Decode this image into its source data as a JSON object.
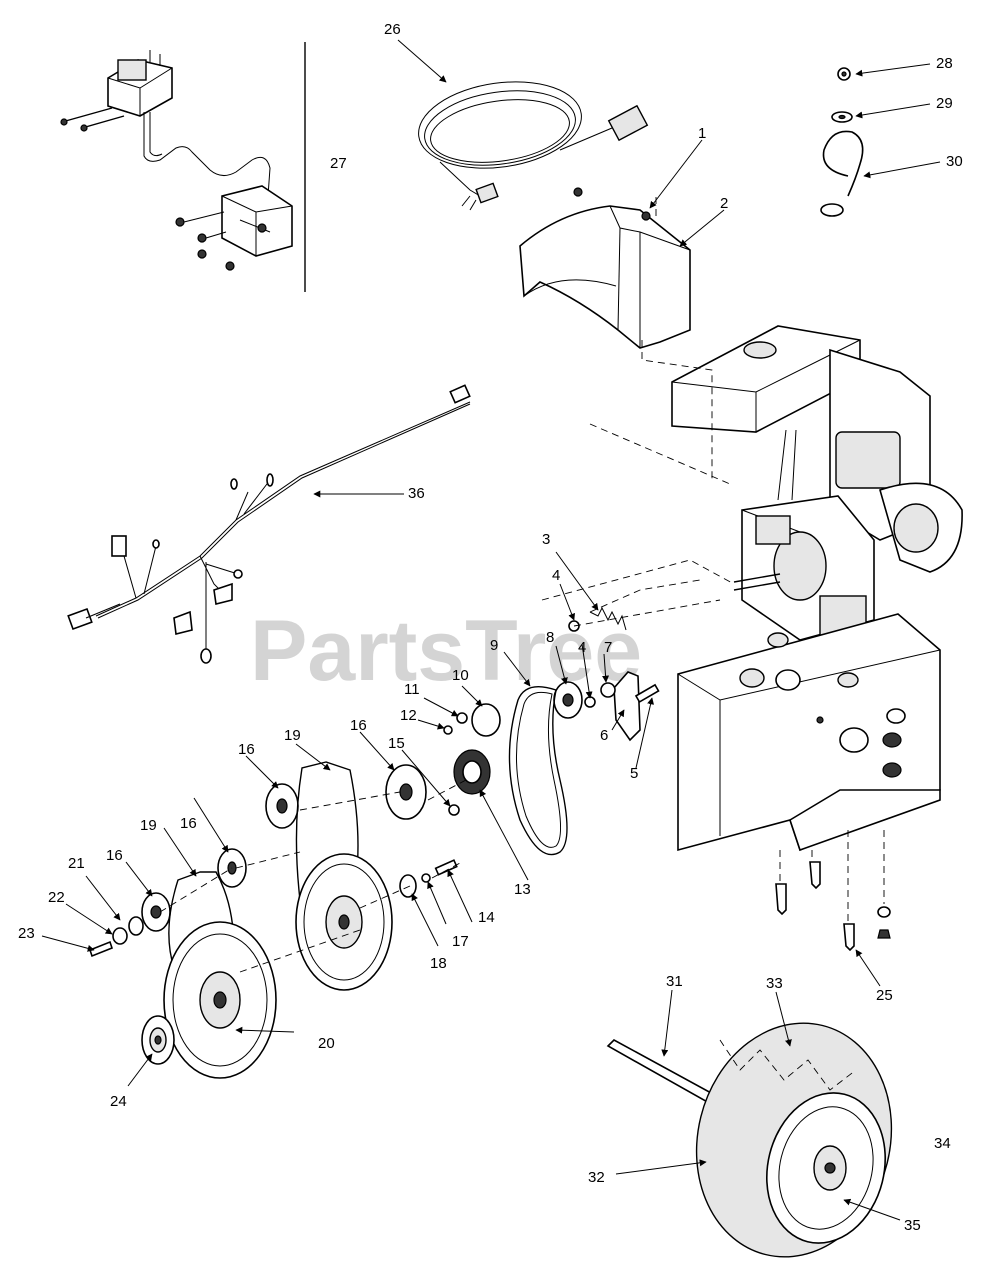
{
  "diagram": {
    "watermark": "PartsTree",
    "callouts": [
      {
        "id": "c1",
        "text": "1"
      },
      {
        "id": "c2",
        "text": "2"
      },
      {
        "id": "c3",
        "text": "3"
      },
      {
        "id": "c4a",
        "text": "4"
      },
      {
        "id": "c4b",
        "text": "4"
      },
      {
        "id": "c5",
        "text": "5"
      },
      {
        "id": "c6",
        "text": "6"
      },
      {
        "id": "c7",
        "text": "7"
      },
      {
        "id": "c8",
        "text": "8"
      },
      {
        "id": "c9",
        "text": "9"
      },
      {
        "id": "c10",
        "text": "10"
      },
      {
        "id": "c11",
        "text": "11"
      },
      {
        "id": "c12",
        "text": "12"
      },
      {
        "id": "c13",
        "text": "13"
      },
      {
        "id": "c14",
        "text": "14"
      },
      {
        "id": "c15",
        "text": "15"
      },
      {
        "id": "c16a",
        "text": "16"
      },
      {
        "id": "c16b",
        "text": "16"
      },
      {
        "id": "c16c",
        "text": "16"
      },
      {
        "id": "c16d",
        "text": "16"
      },
      {
        "id": "c17",
        "text": "17"
      },
      {
        "id": "c18",
        "text": "18"
      },
      {
        "id": "c19a",
        "text": "19"
      },
      {
        "id": "c19b",
        "text": "19"
      },
      {
        "id": "c20",
        "text": "20"
      },
      {
        "id": "c21",
        "text": "21"
      },
      {
        "id": "c22",
        "text": "22"
      },
      {
        "id": "c23",
        "text": "23"
      },
      {
        "id": "c24",
        "text": "24"
      },
      {
        "id": "c25",
        "text": "25"
      },
      {
        "id": "c26",
        "text": "26"
      },
      {
        "id": "c27",
        "text": "27"
      },
      {
        "id": "c28",
        "text": "28"
      },
      {
        "id": "c29",
        "text": "29"
      },
      {
        "id": "c30",
        "text": "30"
      },
      {
        "id": "c31",
        "text": "31"
      },
      {
        "id": "c32",
        "text": "32"
      },
      {
        "id": "c33",
        "text": "33"
      },
      {
        "id": "c34",
        "text": "34"
      },
      {
        "id": "c35",
        "text": "35"
      },
      {
        "id": "c36",
        "text": "36"
      }
    ]
  }
}
